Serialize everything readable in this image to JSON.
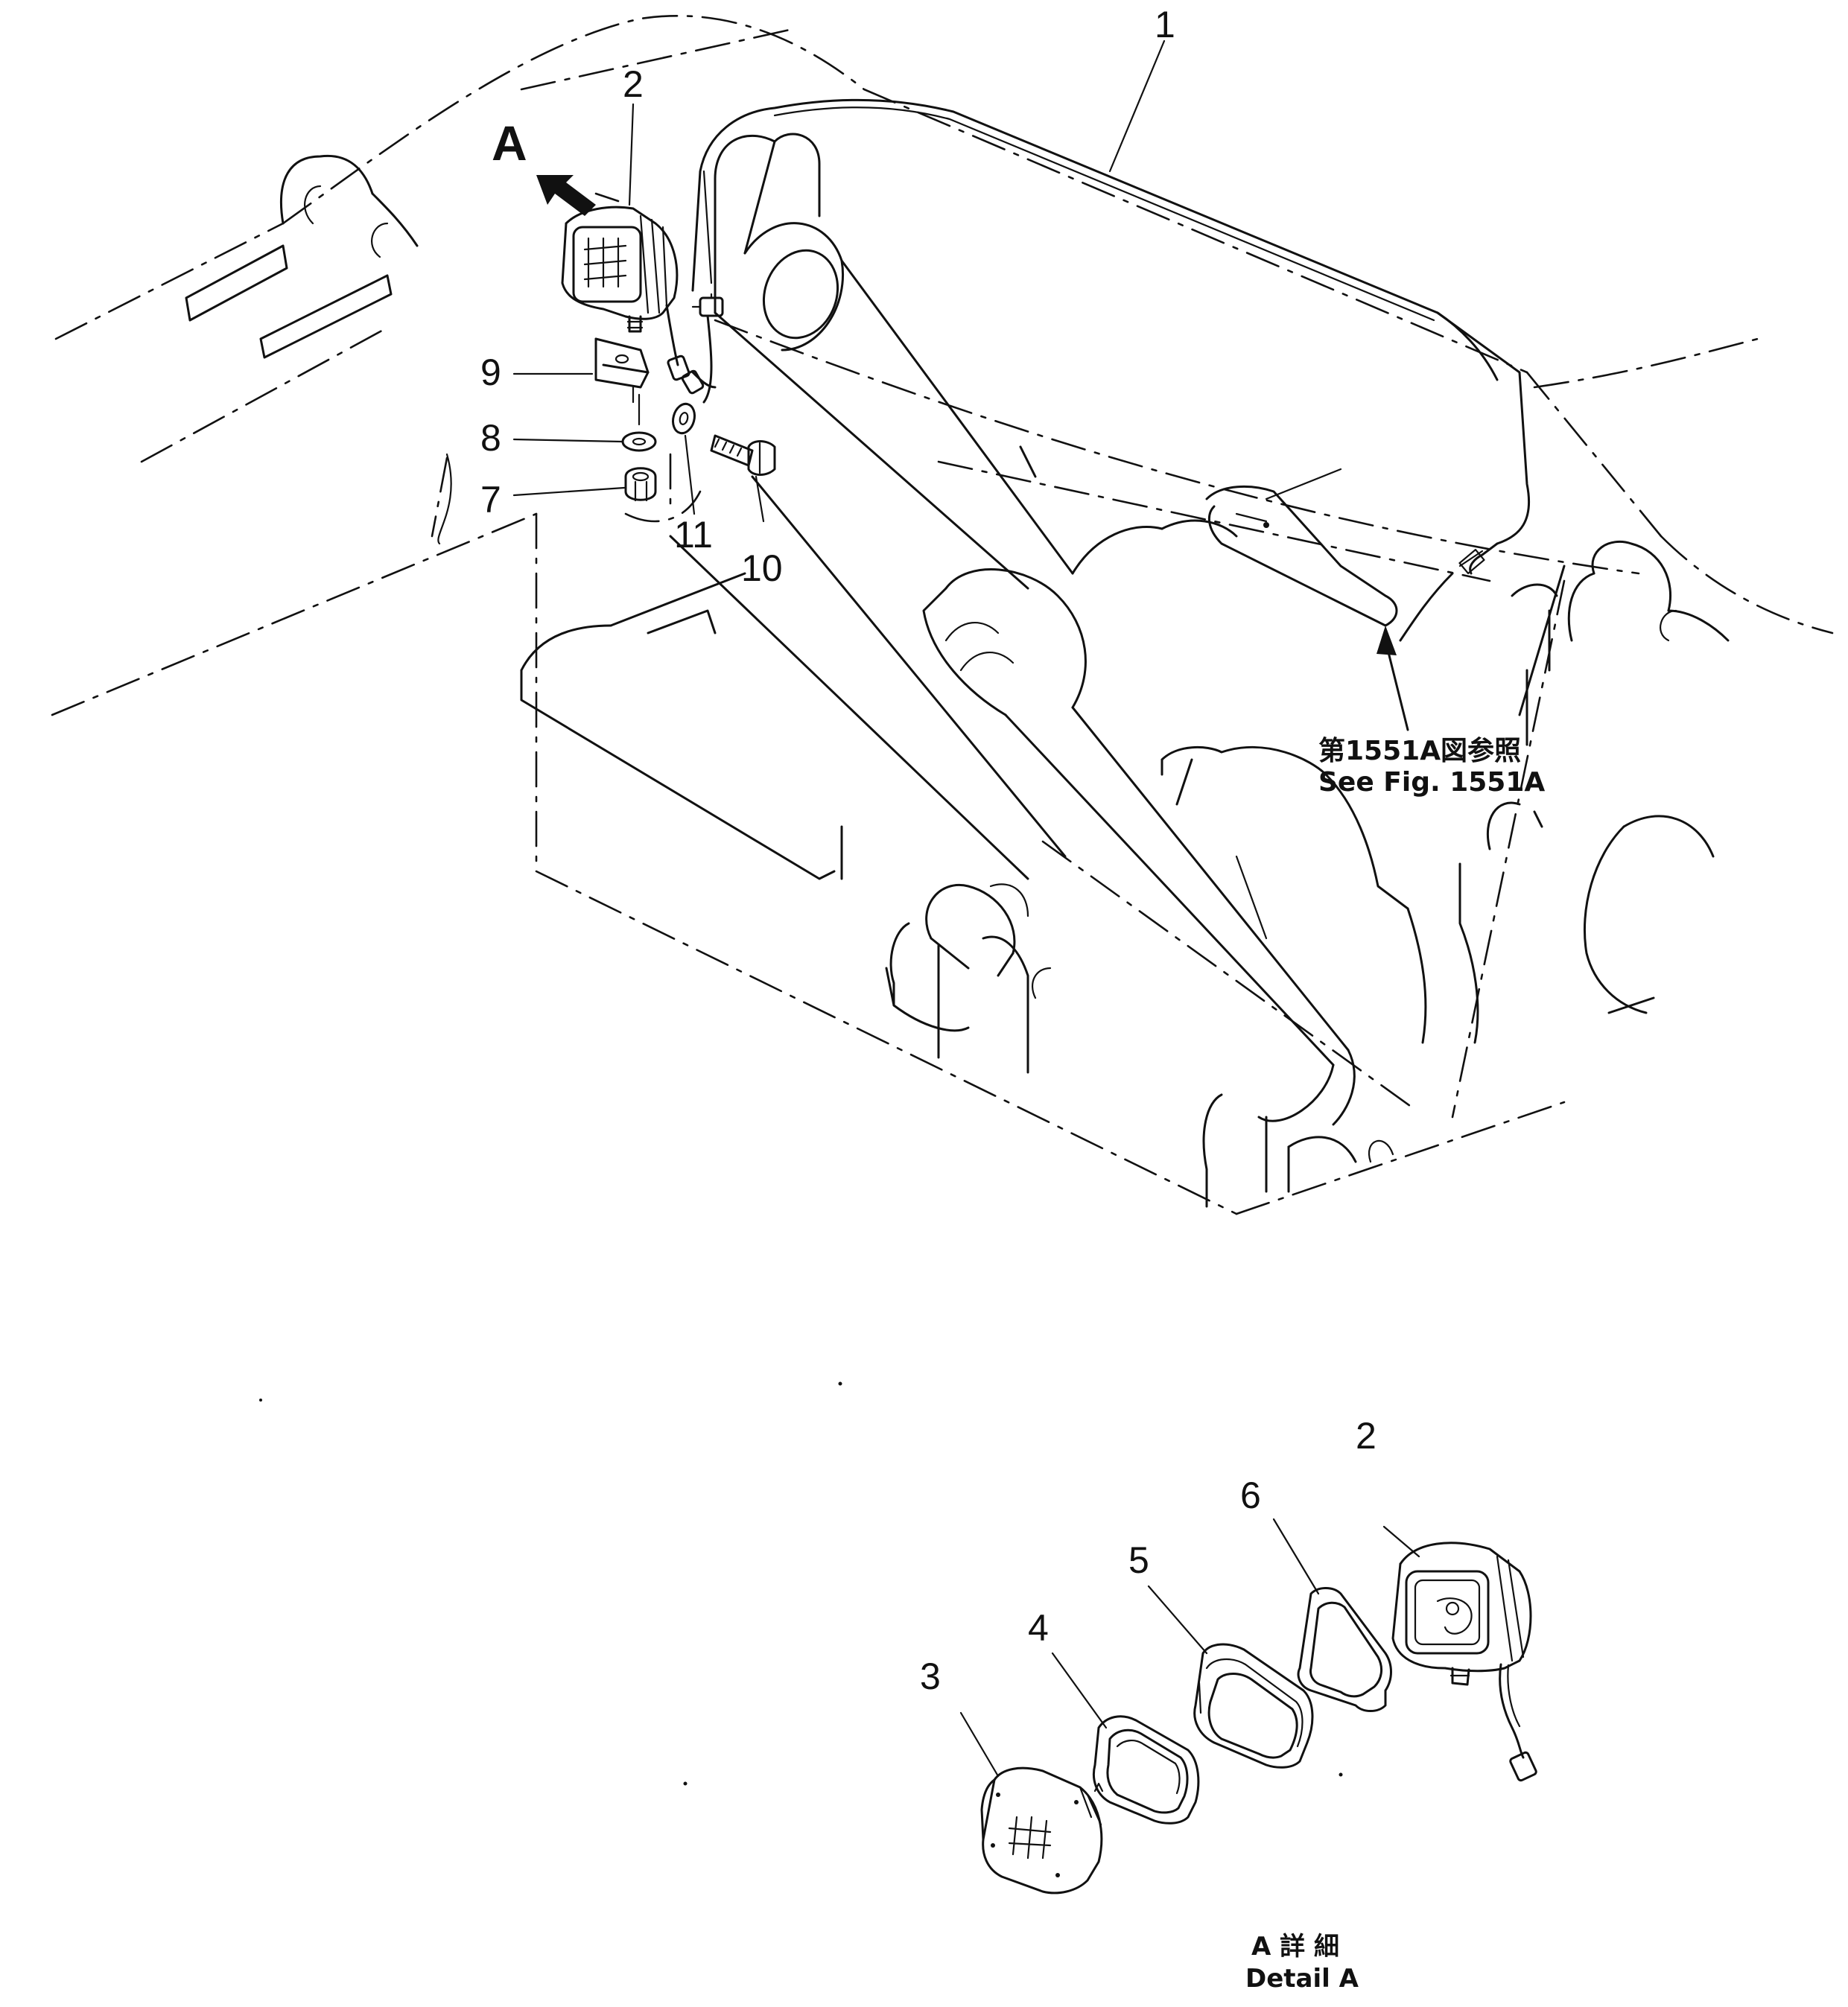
{
  "callouts": {
    "c1": "1",
    "c2": "2",
    "c2b": "2",
    "c3": "3",
    "c4": "4",
    "c5": "5",
    "c6": "6",
    "c7": "7",
    "c8": "8",
    "c9": "9",
    "c10": "10",
    "c11": "11"
  },
  "view_marker": "A",
  "reference": {
    "jp": "第1551A図参照",
    "en": "See Fig. 1551A"
  },
  "detail": {
    "jp": "A 詳 細",
    "en": "Detail A"
  }
}
